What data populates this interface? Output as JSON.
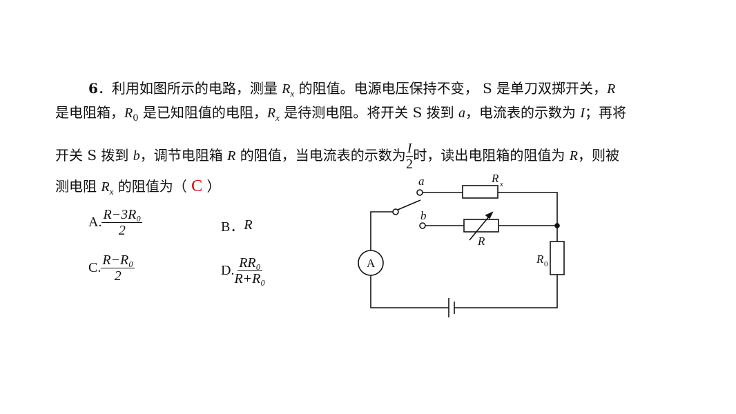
{
  "question": {
    "number": "6",
    "line1_a": "．利用如图所示的电路，测量 ",
    "rx": "R",
    "rx_sub": "x",
    "line1_b": " 的阻值。电源电压保持不变，  S 是单刀双掷开关，",
    "r": "R",
    "line2_a": "是电阻箱，",
    "r0": "R",
    "r0_sub": "0",
    "line2_b": " 是已知阻值的电阻，",
    "line2_c": " 是待测电阻。将开关 S 拨到 ",
    "a": "a",
    "line2_d": "，电流表的示数为 ",
    "I": "I",
    "line2_e": "；再将",
    "line3_a": "开关 S 拨到 ",
    "b": "b",
    "line3_b": "，调节电阻箱 ",
    "line3_c": " 的阻值，当电流表的示数为",
    "frac_num": "I",
    "frac_den": "2",
    "line3_d": "时，读出电阻箱的阻值为 ",
    "line3_e": "，则被",
    "line4_a": "测电阻 ",
    "line4_b": " 的阻值为（ ",
    "answer": "C",
    "line4_c": " ）"
  },
  "options": [
    {
      "label": "A.",
      "num": "R−3R₀",
      "den": "2"
    },
    {
      "label": "B．",
      "text": "R"
    },
    {
      "label": "C.",
      "num": "R−R₀",
      "den": "2"
    },
    {
      "label": "D.",
      "num": "RR₀",
      "den": "R+R₀"
    }
  ],
  "circuit": {
    "a": "a",
    "b": "b",
    "rx": "R",
    "rx_sub": "x",
    "r": "R",
    "r0": "R",
    "r0_sub": "0",
    "ammeter": "A"
  }
}
